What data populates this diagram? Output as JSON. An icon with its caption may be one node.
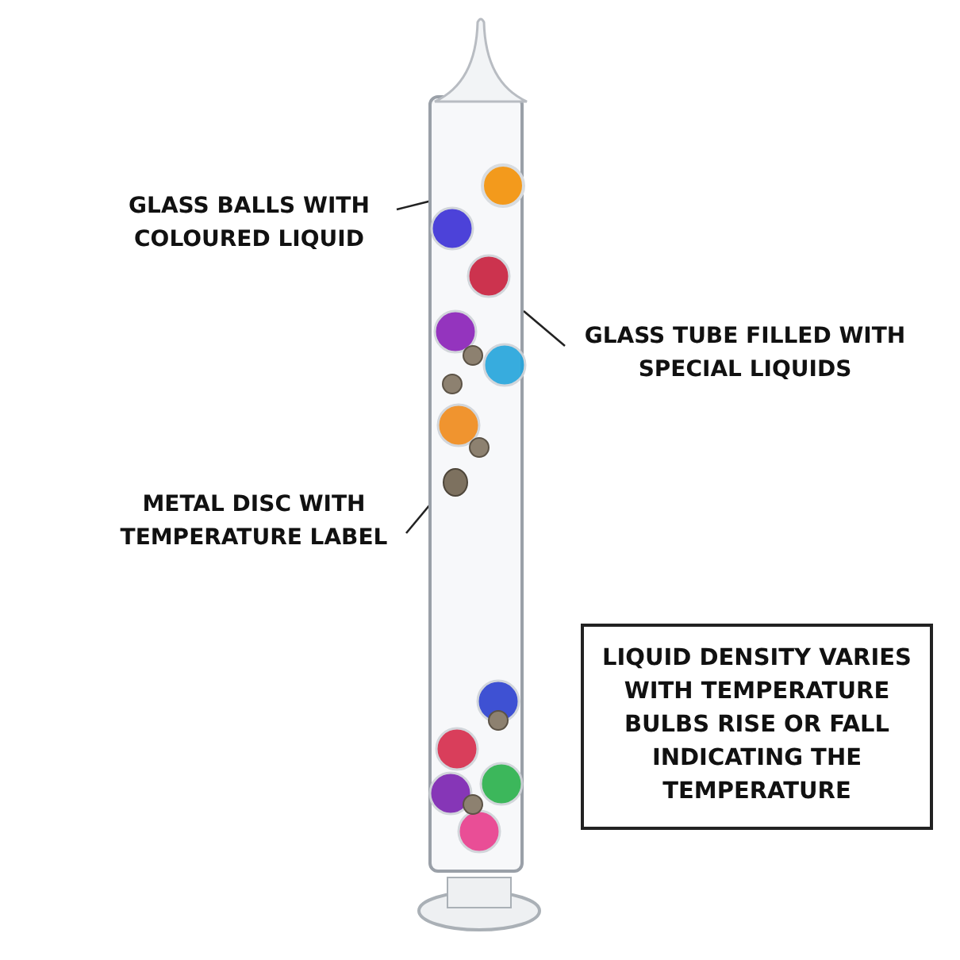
{
  "diagram": {
    "nodes": [
      {
        "text": [
          "GLASS BALLS WITH COLOURED LIQUID"
        ]
      },
      {
        "text": [],
        "shape": "picture"
      },
      {
        "text": [],
        "shape": "circle",
        "in": 1
      },
      {
        "text": [
          "GLASS TUBE FILLED WITH SPECIAL LIQUIDS"
        ]
      },
      {
        "text": [
          "METAL DISC WITH TEMPERATURE LABEL"
        ]
      },
      {
        "text": [],
        "shape": "circle",
        "in": 1
      },
      {
        "text": [
          "LIQUID DENSITY VARIES WITH TEMPERATURE BULBS RISE OR FALL INDICATING THE TEMPERATURE"
        ]
      }
    ],
    "edges": [
      {
        "from": 0,
        "to": 2,
        "arrow": "none"
      },
      {
        "from": 3,
        "to": 1,
        "arrow": "none"
      },
      {
        "from": 4,
        "to": 5,
        "arrow": "none"
      }
    ]
  }
}
